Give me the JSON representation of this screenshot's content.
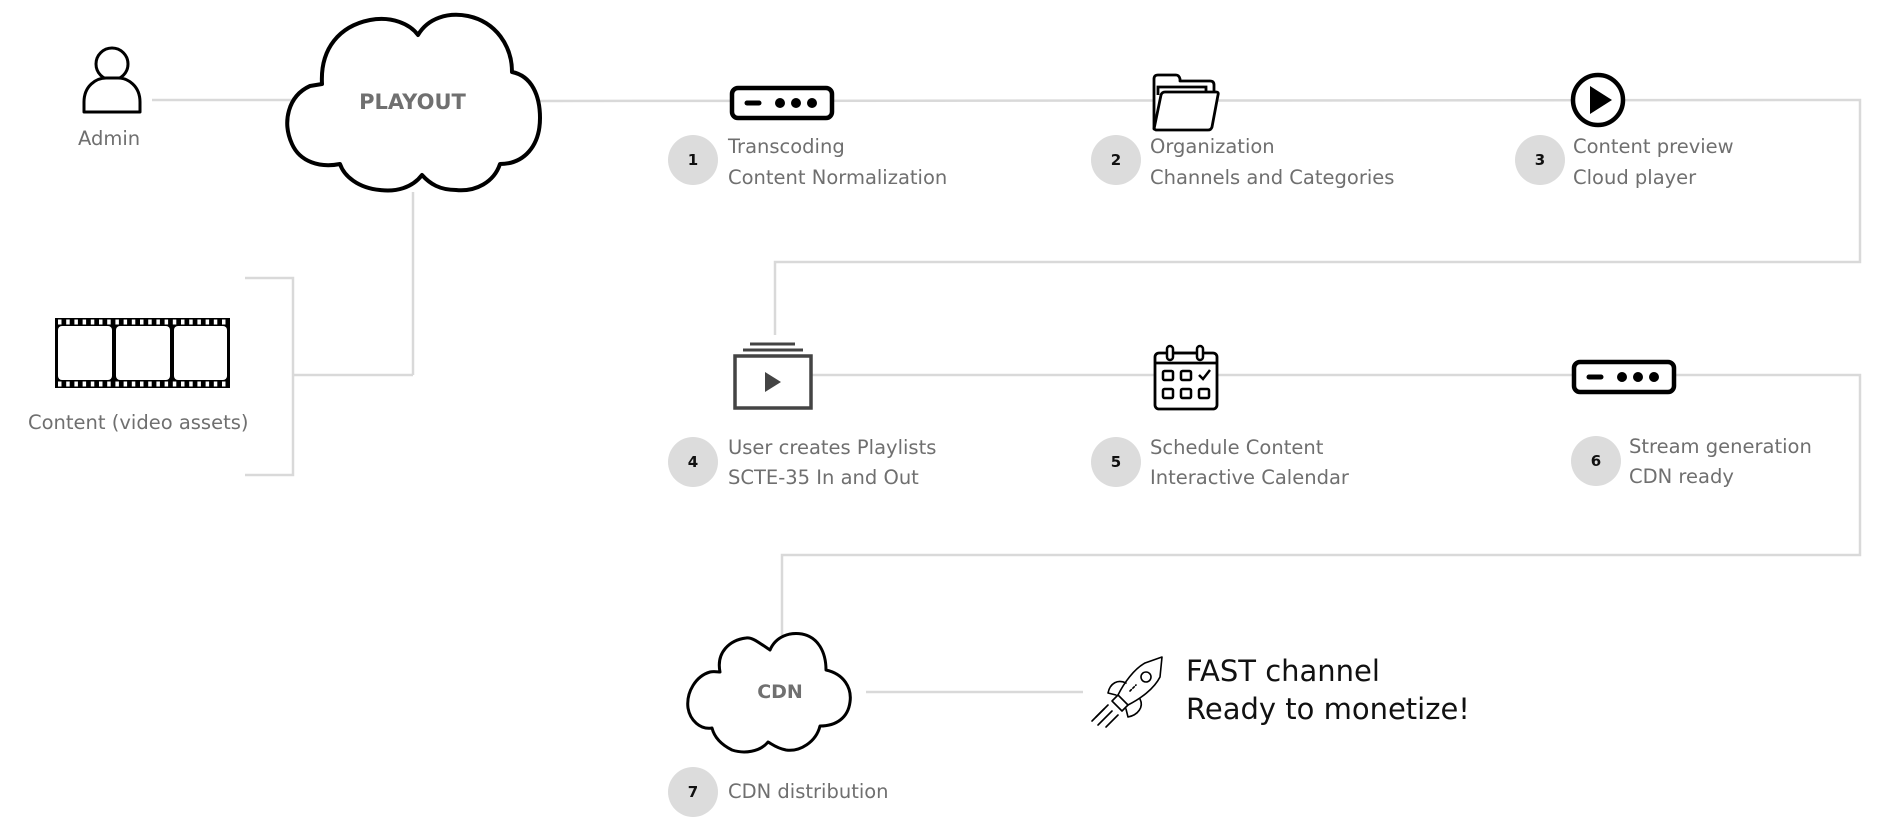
{
  "actors": {
    "admin": {
      "label": "Admin",
      "icon": "user-icon"
    },
    "content": {
      "label": "Content (video assets)",
      "icon": "film-strip-icon"
    }
  },
  "hubs": {
    "playout": {
      "label": "PLAYOUT",
      "icon": "cloud-icon"
    },
    "cdn": {
      "label": "CDN",
      "icon": "cloud-icon"
    }
  },
  "steps": [
    {
      "number": "1",
      "title": "Transcoding",
      "subtitle": "Content Normalization",
      "icon": "server-device-icon"
    },
    {
      "number": "2",
      "title": "Organization",
      "subtitle": "Channels and Categories",
      "icon": "folder-icon"
    },
    {
      "number": "3",
      "title": "Content preview",
      "subtitle": "Cloud player",
      "icon": "play-circle-icon"
    },
    {
      "number": "4",
      "title": "User creates Playlists",
      "subtitle": "SCTE-35 In and Out",
      "icon": "playlist-icon"
    },
    {
      "number": "5",
      "title": "Schedule Content",
      "subtitle": "Interactive Calendar",
      "icon": "calendar-icon"
    },
    {
      "number": "6",
      "title": "Stream generation",
      "subtitle": "CDN ready",
      "icon": "server-device-icon"
    },
    {
      "number": "7",
      "title": "CDN distribution",
      "subtitle": "",
      "icon": "cloud-icon"
    }
  ],
  "outcome": {
    "line1": "FAST channel",
    "line2": "Ready to monetize!",
    "icon": "rocket-icon"
  },
  "colors": {
    "connector": "#d9d9d9",
    "badge": "#dcdcdc",
    "label_text": "#6f6f6f",
    "icon_ink": "#000000"
  }
}
